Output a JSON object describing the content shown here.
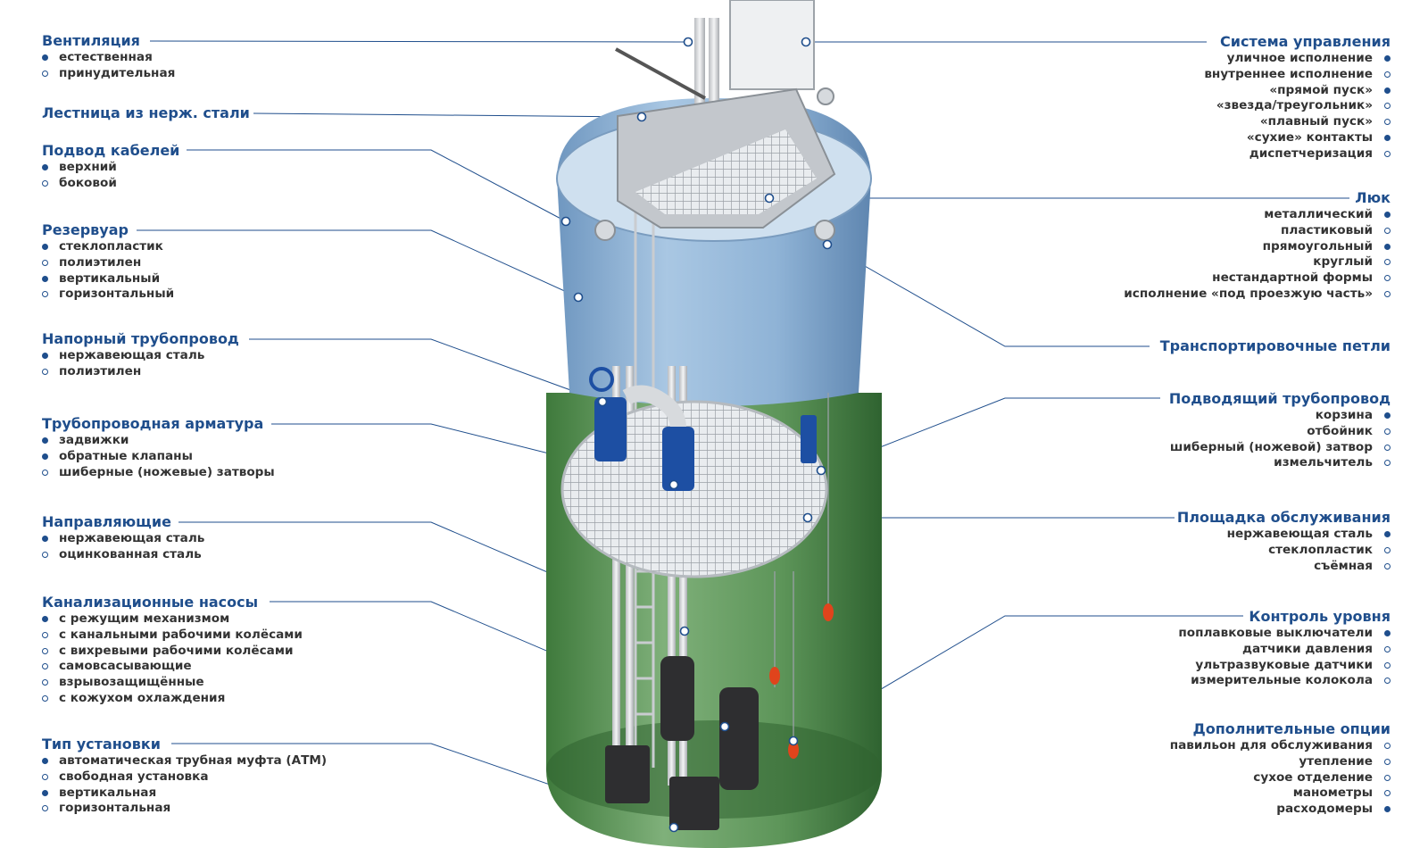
{
  "colors": {
    "accent": "#1f4e8c",
    "text": "#333333",
    "tank_top": "#8fb2d4",
    "tank_body": "#4f8f4a",
    "pump": "#2e2e30",
    "valve": "#1d4fa3",
    "float": "#e0441c"
  },
  "legend": {
    "left": [
      {
        "title": "Вентиляция",
        "items": [
          {
            "text": "естественная",
            "filled": true
          },
          {
            "text": "принудительная",
            "filled": false
          }
        ]
      },
      {
        "title": "Лестница из нерж. стали",
        "items": []
      },
      {
        "title": "Подвод кабелей",
        "items": [
          {
            "text": "верхний",
            "filled": true
          },
          {
            "text": "боковой",
            "filled": false
          }
        ]
      },
      {
        "title": "Резервуар",
        "items": [
          {
            "text": "стеклопластик",
            "filled": true
          },
          {
            "text": "полиэтилен",
            "filled": false
          },
          {
            "text": "вертикальный",
            "filled": true
          },
          {
            "text": "горизонтальный",
            "filled": false
          }
        ]
      },
      {
        "title": "Напорный трубопровод",
        "items": [
          {
            "text": "нержавеющая сталь",
            "filled": true
          },
          {
            "text": "полиэтилен",
            "filled": false
          }
        ]
      },
      {
        "title": "Трубопроводная арматура",
        "items": [
          {
            "text": "задвижки",
            "filled": true
          },
          {
            "text": "обратные клапаны",
            "filled": true
          },
          {
            "text": "шиберные (ножевые) затворы",
            "filled": false
          }
        ]
      },
      {
        "title": "Направляющие",
        "items": [
          {
            "text": "нержавеющая сталь",
            "filled": true
          },
          {
            "text": "оцинкованная сталь",
            "filled": false
          }
        ]
      },
      {
        "title": "Канализационные насосы",
        "items": [
          {
            "text": "с режущим механизмом",
            "filled": true
          },
          {
            "text": "с канальными рабочими колёсами",
            "filled": false
          },
          {
            "text": "с вихревыми рабочими колёсами",
            "filled": false
          },
          {
            "text": "самовсасывающие",
            "filled": false
          },
          {
            "text": "взрывозащищённые",
            "filled": false
          },
          {
            "text": "с кожухом охлаждения",
            "filled": false
          }
        ]
      },
      {
        "title": "Тип установки",
        "items": [
          {
            "text": "автоматическая трубная муфта (АТМ)",
            "filled": true
          },
          {
            "text": "свободная установка",
            "filled": false
          },
          {
            "text": "вертикальная",
            "filled": true
          },
          {
            "text": "горизонтальная",
            "filled": false
          }
        ]
      }
    ],
    "right": [
      {
        "title": "Система управления",
        "items": [
          {
            "text": "уличное исполнение",
            "filled": true
          },
          {
            "text": "внутреннее исполнение",
            "filled": false
          },
          {
            "text": "«прямой пуск»",
            "filled": true
          },
          {
            "text": "«звезда/треугольник»",
            "filled": false
          },
          {
            "text": "«плавный пуск»",
            "filled": false
          },
          {
            "text": "«сухие» контакты",
            "filled": true
          },
          {
            "text": "диспетчеризация",
            "filled": false
          }
        ]
      },
      {
        "title": "Люк",
        "items": [
          {
            "text": "металлический",
            "filled": true
          },
          {
            "text": "пластиковый",
            "filled": false
          },
          {
            "text": "прямоугольный",
            "filled": true
          },
          {
            "text": "круглый",
            "filled": false
          },
          {
            "text": "нестандартной формы",
            "filled": false
          },
          {
            "text": "исполнение «под проезжую часть»",
            "filled": false
          }
        ]
      },
      {
        "title": "Транспортировочные петли",
        "items": []
      },
      {
        "title": "Подводящий трубопровод",
        "items": [
          {
            "text": "корзина",
            "filled": true
          },
          {
            "text": "отбойник",
            "filled": false
          },
          {
            "text": "шиберный (ножевой) затвор",
            "filled": false
          },
          {
            "text": "измельчитель",
            "filled": false
          }
        ]
      },
      {
        "title": "Площадка обслуживания",
        "items": [
          {
            "text": "нержавеющая сталь",
            "filled": true
          },
          {
            "text": "стеклопластик",
            "filled": false
          },
          {
            "text": "съёмная",
            "filled": false
          }
        ]
      },
      {
        "title": "Контроль уровня",
        "items": [
          {
            "text": "поплавковые выключатели",
            "filled": true
          },
          {
            "text": "датчики давления",
            "filled": false
          },
          {
            "text": "ультразвуковые датчики",
            "filled": false
          },
          {
            "text": "измерительные колокола",
            "filled": false
          }
        ]
      },
      {
        "title": "Дополнительные опции",
        "items": [
          {
            "text": "павильон для обслуживания",
            "filled": false
          },
          {
            "text": "утепление",
            "filled": false
          },
          {
            "text": "сухое отделение",
            "filled": false
          },
          {
            "text": "манометры",
            "filled": false
          },
          {
            "text": "расходомеры",
            "filled": true
          }
        ]
      }
    ]
  }
}
